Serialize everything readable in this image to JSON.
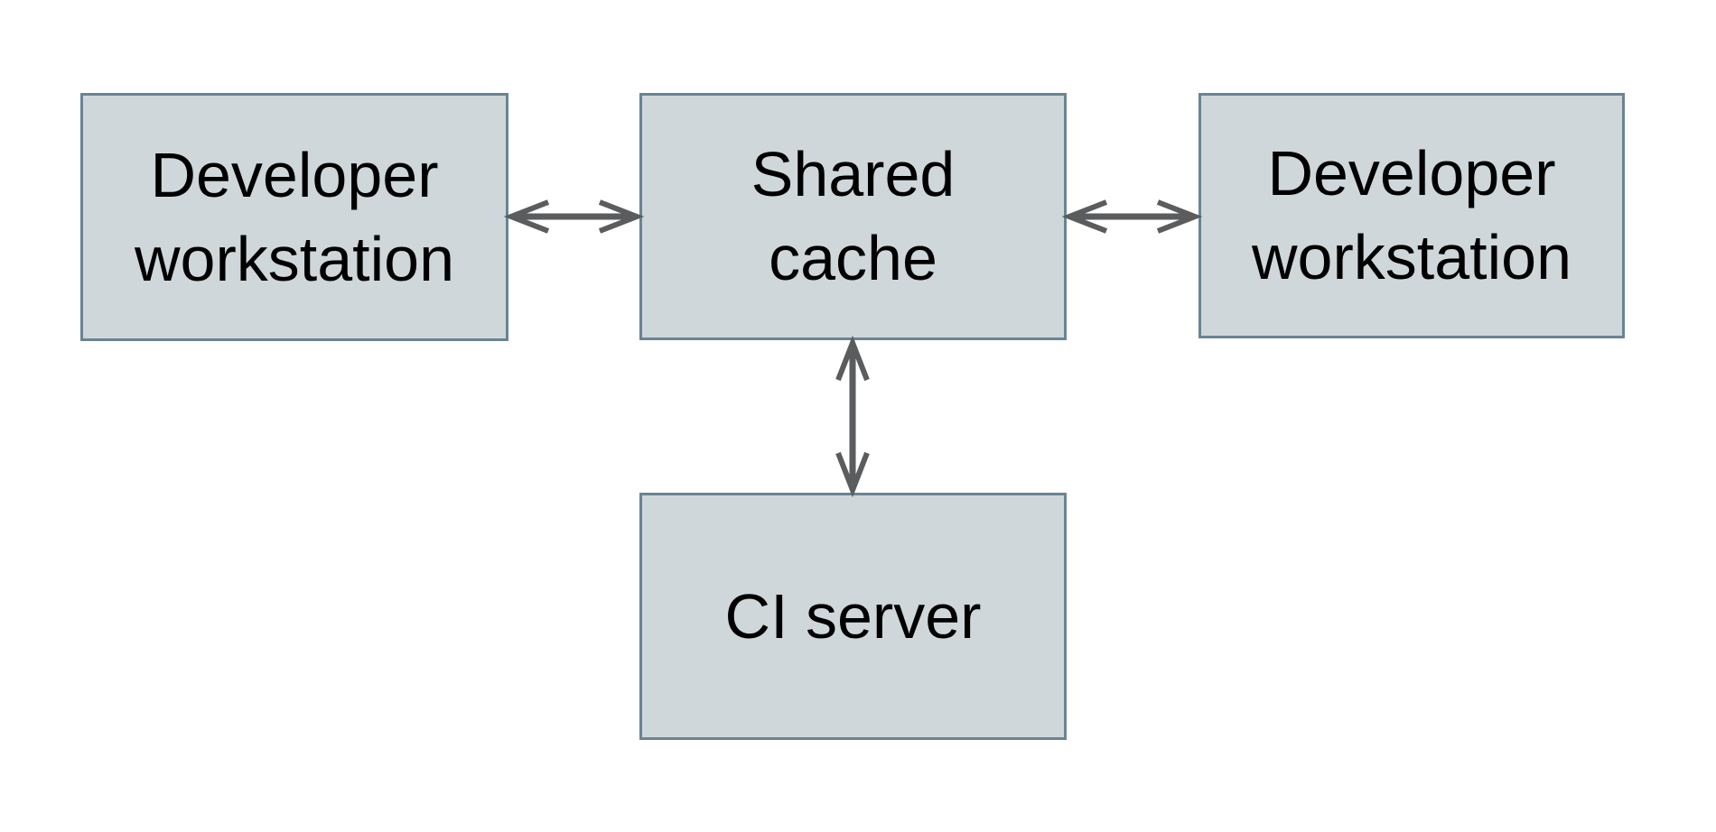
{
  "diagram": {
    "colors": {
      "background": "#ffffff",
      "node_fill": "#cfd7da",
      "node_border": "#6a8491",
      "arrow": "#5a5c5e",
      "text": "#000000"
    },
    "nodes": [
      {
        "id": "developer-workstation-left",
        "label": "Developer\nworkstation"
      },
      {
        "id": "shared-cache",
        "label": "Shared\ncache"
      },
      {
        "id": "developer-workstation-right",
        "label": "Developer\nworkstation"
      },
      {
        "id": "ci-server",
        "label": "CI server"
      }
    ],
    "edges": [
      {
        "from": "developer-workstation-left",
        "to": "shared-cache",
        "type": "bidirectional"
      },
      {
        "from": "shared-cache",
        "to": "developer-workstation-right",
        "type": "bidirectional"
      },
      {
        "from": "shared-cache",
        "to": "ci-server",
        "type": "bidirectional"
      }
    ]
  }
}
